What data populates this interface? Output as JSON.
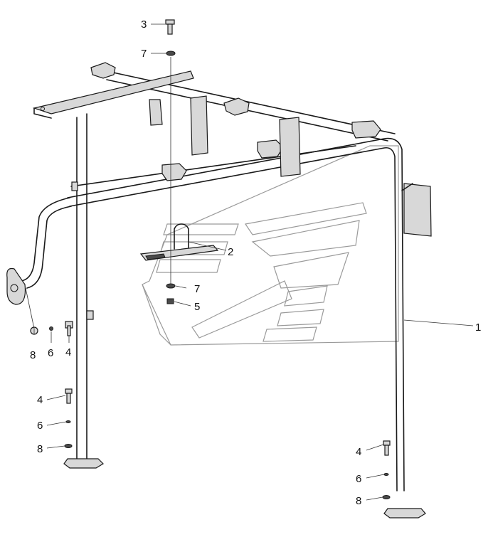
{
  "callouts": {
    "c1": "1",
    "c2": "2",
    "c3": "3",
    "c4a": "4",
    "c4b": "4",
    "c4c": "4",
    "c5": "5",
    "c6a": "6",
    "c6b": "6",
    "c6c": "6",
    "c7a": "7",
    "c7b": "7",
    "c8a": "8",
    "c8b": "8",
    "c8c": "8"
  }
}
